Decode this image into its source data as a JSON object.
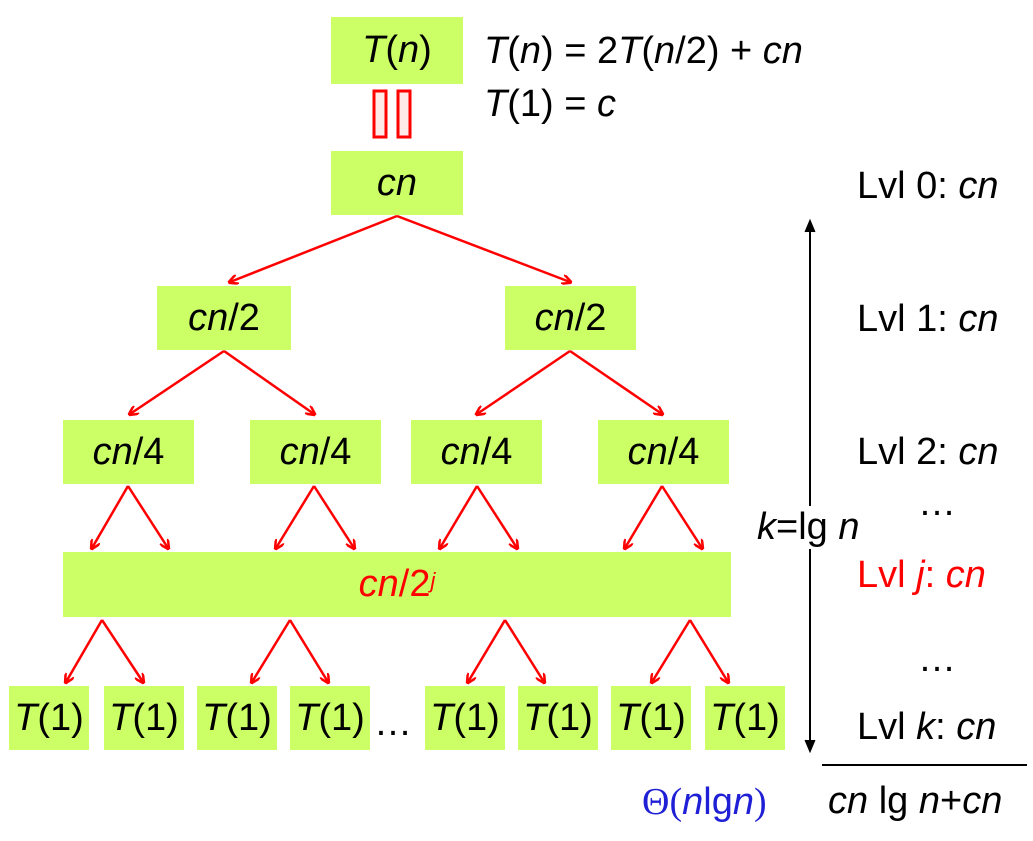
{
  "colors": {
    "node": "#ccff66",
    "arrow": "#ff0000",
    "theta": "#1f1fd6",
    "level_j": "#ff0000"
  },
  "recurrence": {
    "line1": {
      "lhs": "T",
      "lhs_arg": "n",
      "mid": " = 2",
      "T2": "T",
      "arg": "n",
      "rest": "/2) + ",
      "cn": "cn"
    },
    "line2": {
      "T": "T",
      "arg": "(1) = ",
      "c": "c"
    }
  },
  "root": {
    "T": "T",
    "n": "n"
  },
  "top_node": {
    "cn": "cn"
  },
  "level1_nodes": [
    {
      "cn": "cn",
      "div": "/2"
    },
    {
      "cn": "cn",
      "div": "/2"
    }
  ],
  "level2_nodes": [
    {
      "cn": "cn",
      "div": "/4"
    },
    {
      "cn": "cn",
      "div": "/4"
    },
    {
      "cn": "cn",
      "div": "/4"
    },
    {
      "cn": "cn",
      "div": "/4"
    }
  ],
  "level_j_node": {
    "cn": "cn",
    "div": "/2",
    "exp": "j"
  },
  "leaves": [
    {
      "T": "T",
      "arg": "(1)"
    },
    {
      "T": "T",
      "arg": "(1)"
    },
    {
      "T": "T",
      "arg": "(1)"
    },
    {
      "T": "T",
      "arg": "(1)"
    },
    {
      "T": "T",
      "arg": "(1)"
    },
    {
      "T": "T",
      "arg": "(1)"
    },
    {
      "T": "T",
      "arg": "(1)"
    },
    {
      "T": "T",
      "arg": "(1)"
    }
  ],
  "leaf_ellipsis": "…",
  "levels": [
    {
      "prefix": "Lvl ",
      "idx": "0",
      "sep": ": ",
      "cost": "cn"
    },
    {
      "prefix": "Lvl ",
      "idx": "1",
      "sep": ": ",
      "cost": "cn"
    },
    {
      "prefix": "Lvl ",
      "idx": "2",
      "sep": ": ",
      "cost": "cn"
    },
    {
      "prefix": "Lvl ",
      "idx": "j",
      "sep": ": ",
      "cost": "cn"
    },
    {
      "prefix": "Lvl ",
      "idx": "k",
      "sep": ": ",
      "cost": "cn"
    }
  ],
  "level_ellipsis": "…",
  "height_label": {
    "k": "k",
    "eq": "=lg ",
    "n": "n"
  },
  "total": {
    "cn": "cn",
    "lg": " lg ",
    "n": "n",
    "plus": "+",
    "cn2": "cn"
  },
  "theta": {
    "sym": "Θ(",
    "n": "n",
    "lg": "lg",
    "n2": "n",
    "close": ")"
  }
}
